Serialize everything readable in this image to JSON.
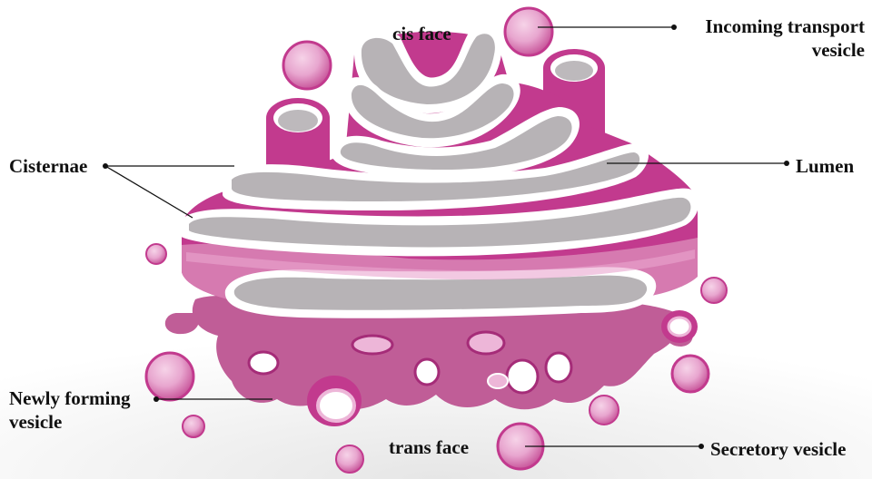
{
  "labels": {
    "cis_face": "cis face",
    "incoming_line1": "Incoming transport",
    "incoming_line2": "vesicle",
    "cisternae": "Cisternae",
    "lumen": "Lumen",
    "newly_line1": "Newly forming",
    "newly_line2": "vesicle",
    "trans_face": "trans face",
    "secretory": "Secretory vesicle"
  },
  "colors": {
    "magenta": "#C23A8E",
    "dark_magenta": "#A52C78",
    "pink_body": "#D977B0",
    "light_pink": "#EDB6D8",
    "mauve": "#C26D9F",
    "lumen_gray": "#B7B3B6",
    "outline_white": "#FFFFFF",
    "leader_line": "#111111"
  }
}
